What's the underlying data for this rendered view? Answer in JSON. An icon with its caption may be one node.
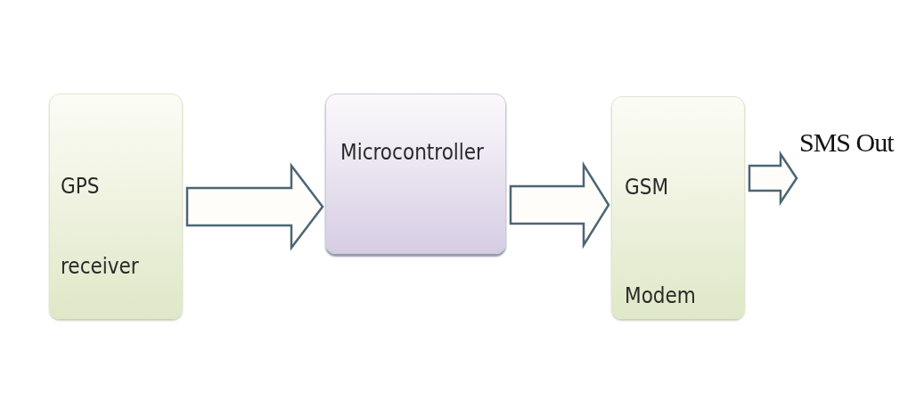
{
  "diagram": {
    "nodes": [
      {
        "text": [
          "GPS receiver"
        ]
      },
      {
        "text": [
          "Microcontroller"
        ]
      },
      {
        "text": [
          "GSM Modem"
        ]
      },
      {
        "text": [
          "SMS Out"
        ]
      }
    ],
    "edges": [
      {
        "from": 0,
        "to": 1,
        "arrow": "to"
      },
      {
        "from": 1,
        "to": 2,
        "arrow": "to"
      },
      {
        "from": 2,
        "to": 3,
        "arrow": "to"
      }
    ]
  }
}
